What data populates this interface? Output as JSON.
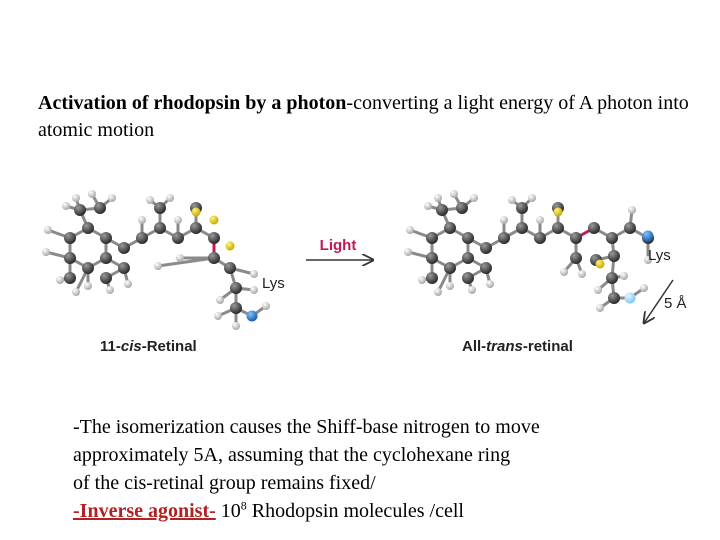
{
  "heading": {
    "bold": "Activation of rhodopsin by a photon",
    "rest": "-converting a light energy of A photon into atomic motion"
  },
  "figure": {
    "left_caption_prefix": "11-",
    "left_caption_italic": "cis",
    "left_caption_suffix": "-Retinal",
    "right_caption_prefix": "All-",
    "right_caption_italic": "trans",
    "right_caption_suffix": "-retinal",
    "arrow_label": "Light",
    "lys_left": "Lys",
    "lys_right": "Lys",
    "distance_label": "5 Å",
    "colors": {
      "carbon": "#4a4a4a",
      "hydrogen": "#d9d9d9",
      "yellow_methyl": "#e8d000",
      "nitrogen": "#2e86d6",
      "light_label": "#c2185b",
      "pink_bond": "#c2185b"
    }
  },
  "body": {
    "line1": "-The isomerization causes the Shiff-base nitrogen to move",
    "line2": "approximately 5A, assuming that the cyclohexane ring",
    "line3": "of the cis-retinal group remains fixed/",
    "inverse": "-Inverse agonist-",
    "count_base": " 10",
    "count_exp": "8",
    "count_rest": " Rhodopsin molecules /cell"
  }
}
